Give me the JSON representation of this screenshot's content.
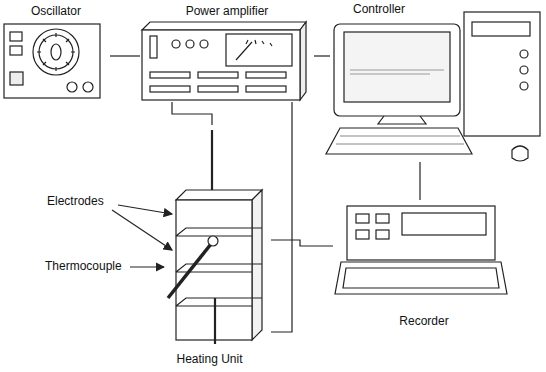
{
  "diagram": {
    "nodes": [
      {
        "text": [
          "Oscillator"
        ]
      },
      {
        "text": [
          "Power amplifier"
        ]
      },
      {
        "text": [
          "Controller"
        ]
      },
      {
        "text": [
          "Recorder"
        ]
      },
      {
        "text": [
          "Heating Unit"
        ]
      }
    ],
    "edges": [
      {
        "from": 0,
        "to": 1,
        "arrow": "none"
      },
      {
        "from": 1,
        "to": 2,
        "arrow": "none"
      },
      {
        "from": 1,
        "to": 4,
        "arrow": "none"
      },
      {
        "from": 1,
        "to": 4,
        "arrow": "none"
      },
      {
        "from": 4,
        "to": 3,
        "arrow": "none"
      },
      {
        "from": 2,
        "to": 3,
        "arrow": "none"
      }
    ],
    "labels": [
      "Electrodes",
      "Thermocouple"
    ]
  }
}
